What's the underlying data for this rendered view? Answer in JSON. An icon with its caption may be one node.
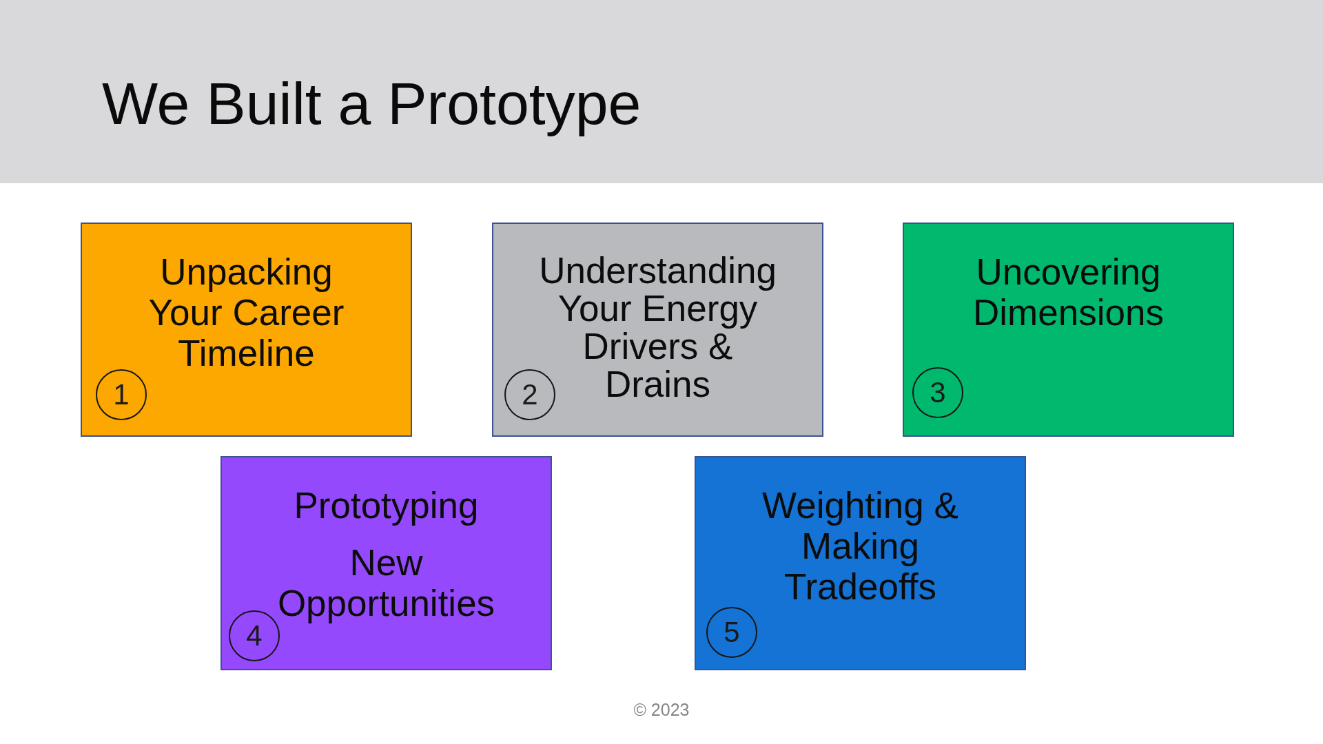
{
  "diagram": {
    "title": "We Built a Prototype",
    "nodes": [
      {
        "text": [
          "Unpacking Your Career Timeline"
        ]
      },
      {
        "text": [
          "1"
        ],
        "in": 0
      },
      {
        "text": [
          "Understanding Your Energy Drivers & Drains"
        ]
      },
      {
        "text": [
          "2"
        ],
        "in": 2
      },
      {
        "text": [
          "Uncovering Dimensions"
        ]
      },
      {
        "text": [
          "3"
        ],
        "in": 4
      },
      {
        "text": [
          "Prototyping",
          "New Opportunities"
        ]
      },
      {
        "text": [
          "4"
        ],
        "in": 6
      },
      {
        "text": [
          "Weighting & Making Tradeoffs"
        ]
      },
      {
        "text": [
          "5"
        ],
        "in": 8
      }
    ],
    "labels": [
      "© 2023"
    ]
  }
}
